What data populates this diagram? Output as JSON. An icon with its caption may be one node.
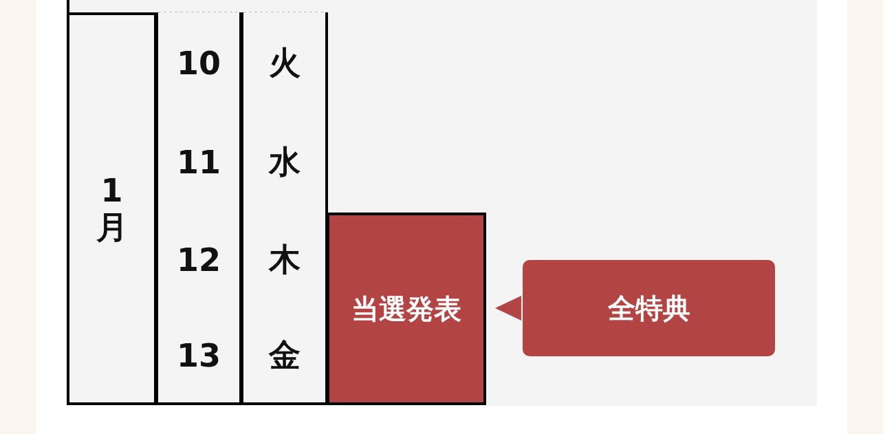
{
  "diagram": {
    "nodes": [
      {
        "text": [
          "1月"
        ]
      },
      {
        "text": [
          "10"
        ]
      },
      {
        "text": [
          "火"
        ]
      },
      {
        "text": [
          "11"
        ]
      },
      {
        "text": [
          "水"
        ]
      },
      {
        "text": [
          "12"
        ]
      },
      {
        "text": [
          "木"
        ]
      },
      {
        "text": [
          "13"
        ]
      },
      {
        "text": [
          "金"
        ]
      },
      {
        "text": [
          "当選発表"
        ]
      },
      {
        "text": [
          "全特典"
        ]
      }
    ],
    "edges": [
      {
        "from": 10,
        "to": 9,
        "arrow": "to"
      }
    ]
  }
}
